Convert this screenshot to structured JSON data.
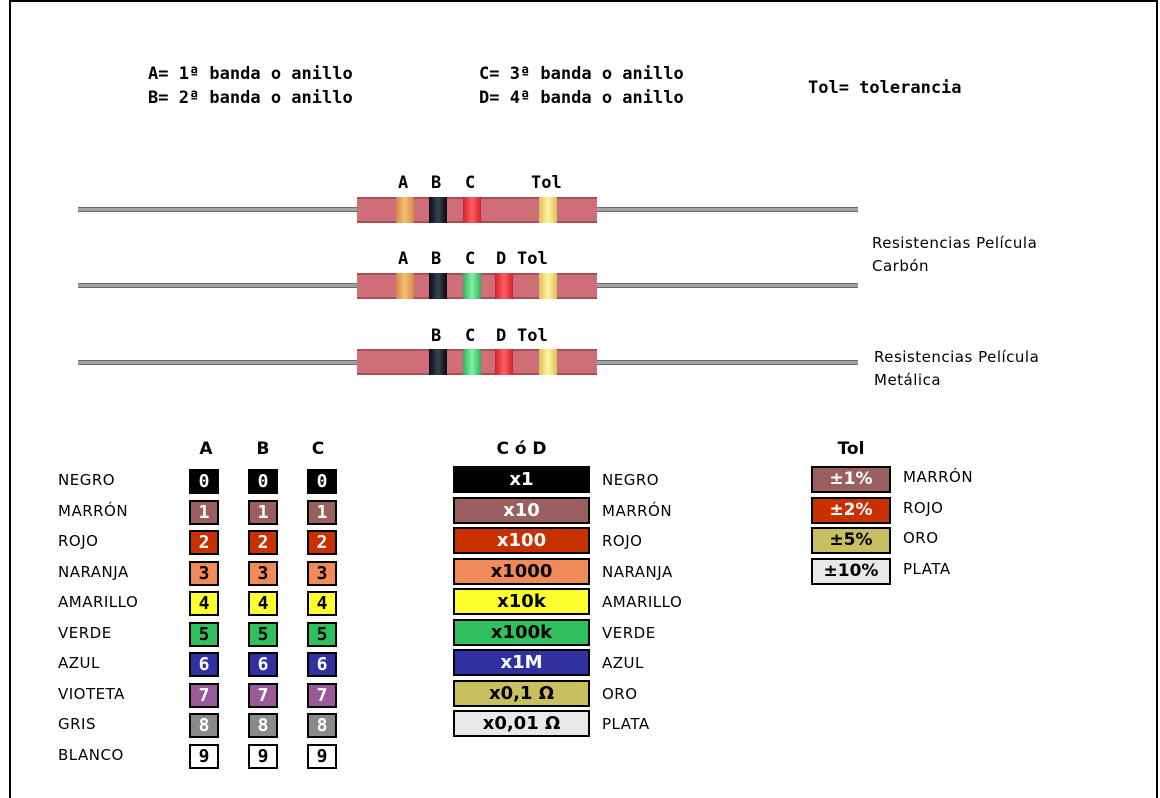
{
  "legend": {
    "a": "A= 1ª banda o anillo",
    "b": "B= 2ª banda o anillo",
    "c": "C= 3ª banda o anillo",
    "d": "D= 4ª banda o anillo",
    "tol": "Tol= tolerancia"
  },
  "resistor1": {
    "labels": [
      "A",
      "B",
      "C",
      "Tol"
    ]
  },
  "resistor2": {
    "labels": [
      "A",
      "B",
      "C",
      "D",
      "Tol"
    ]
  },
  "resistor3": {
    "labels": [
      "B",
      "C",
      "D",
      "Tol"
    ]
  },
  "captions": {
    "carbon_line1": "Resistencias Película",
    "carbon_line2": "Carbón",
    "metal_line1": "Resistencias Película",
    "metal_line2": "Metálica"
  },
  "colors": {
    "negro": "#000000",
    "marron": "#9a6060",
    "rojo": "#c83000",
    "naranja": "#f08a58",
    "amarillo": "#ffff30",
    "verde": "#30c060",
    "azul": "#3030a0",
    "violeta": "#9a5a9a",
    "gris": "#8a8a8a",
    "blanco": "#ffffff",
    "oro": "#c8c060",
    "plata": "#e8e8e8"
  },
  "digit_table": {
    "headers": [
      "A",
      "B",
      "C"
    ],
    "rows": [
      {
        "name": "NEGRO",
        "digit": "0"
      },
      {
        "name": "MARRÓN",
        "digit": "1"
      },
      {
        "name": "ROJO",
        "digit": "2"
      },
      {
        "name": "NARANJA",
        "digit": "3"
      },
      {
        "name": "AMARILLO",
        "digit": "4"
      },
      {
        "name": "VERDE",
        "digit": "5"
      },
      {
        "name": "AZUL",
        "digit": "6"
      },
      {
        "name": "VIOTETA",
        "digit": "7"
      },
      {
        "name": "GRIS",
        "digit": "8"
      },
      {
        "name": "BLANCO",
        "digit": "9"
      }
    ]
  },
  "multiplier_table": {
    "header": "C ó D",
    "rows": [
      {
        "value": "x1",
        "name": "NEGRO"
      },
      {
        "value": "x10",
        "name": "MARRÓN"
      },
      {
        "value": "x100",
        "name": "ROJO"
      },
      {
        "value": "x1000",
        "name": "NARANJA"
      },
      {
        "value": "x10k",
        "name": "AMARILLO"
      },
      {
        "value": "x100k",
        "name": "VERDE"
      },
      {
        "value": "x1M",
        "name": "AZUL"
      },
      {
        "value": "x0,1 Ω",
        "name": "ORO"
      },
      {
        "value": "x0,01 Ω",
        "name": "PLATA"
      }
    ]
  },
  "tolerance_table": {
    "header": "Tol",
    "rows": [
      {
        "value": "±1%",
        "name": "MARRÓN"
      },
      {
        "value": "±2%",
        "name": "ROJO"
      },
      {
        "value": "±5%",
        "name": "ORO"
      },
      {
        "value": "±10%",
        "name": "PLATA"
      }
    ]
  }
}
